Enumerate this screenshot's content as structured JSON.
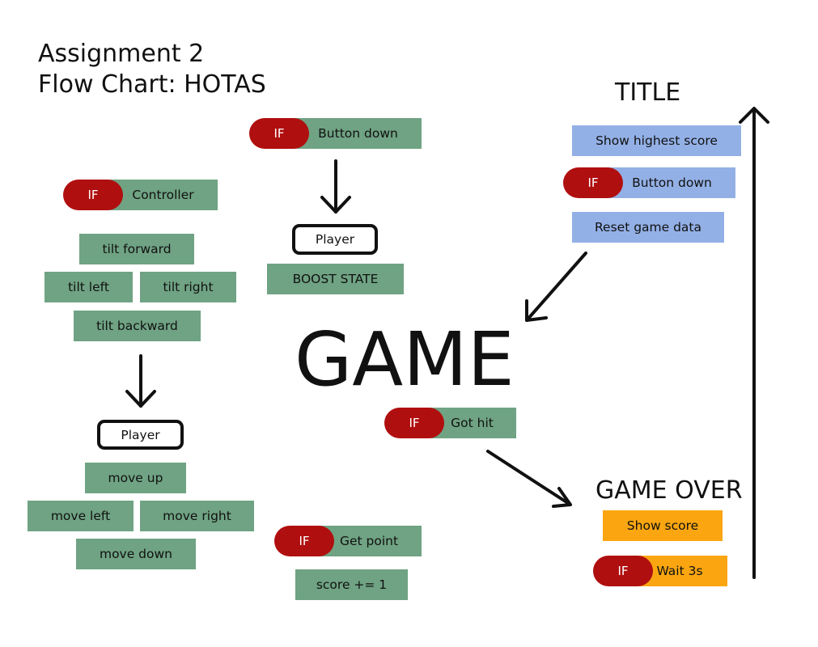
{
  "header": {
    "line1": "Assignment 2",
    "line2": "Flow Chart: HOTAS"
  },
  "states": {
    "title": "TITLE",
    "game": "GAME",
    "game_over": "GAME OVER"
  },
  "if_label": "IF",
  "controller": {
    "condition": "Controller",
    "inputs": [
      "tilt forward",
      "tilt left",
      "tilt right",
      "tilt backward"
    ],
    "target": "Player",
    "actions": [
      "move up",
      "move left",
      "move right",
      "move down"
    ]
  },
  "boost": {
    "condition": "Button down",
    "target": "Player",
    "action": "BOOST STATE"
  },
  "title_screen": {
    "show": "Show highest score",
    "condition": "Button down",
    "reset": "Reset game data"
  },
  "game": {
    "hit_condition": "Got hit",
    "point_condition": "Get point",
    "point_action": "score += 1"
  },
  "game_over_screen": {
    "show": "Show score",
    "condition": "Wait 3s"
  },
  "colors": {
    "green": "#6fa383",
    "blue": "#93b0e6",
    "orange": "#fba611",
    "if_red": "#b00f0f"
  }
}
